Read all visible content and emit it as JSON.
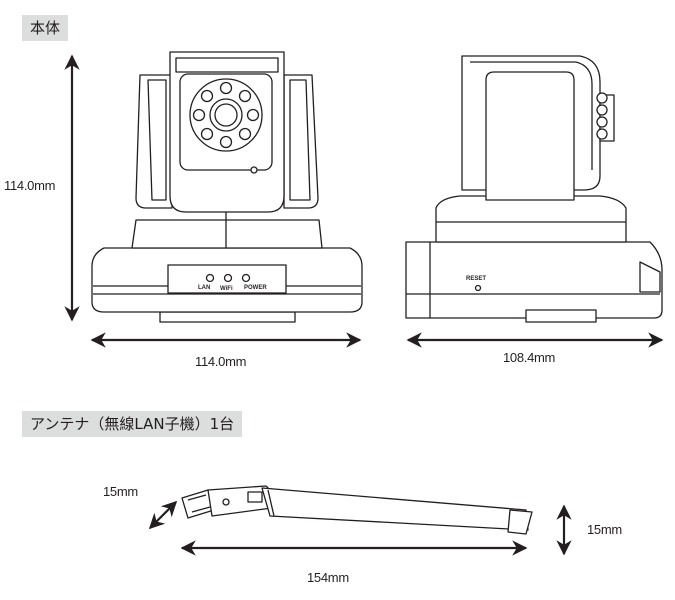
{
  "sections": {
    "body_label": "本体",
    "antenna_label": "アンテナ（無線LAN子機）1台"
  },
  "dimensions": {
    "body_height": "114.0mm",
    "body_width": "114.0mm",
    "body_depth": "108.4mm",
    "antenna_thickness_left": "15mm",
    "antenna_thickness_right": "15mm",
    "antenna_length": "154mm"
  },
  "port_labels": {
    "lan": "LAN",
    "wifi": "WiFi",
    "power": "POWER",
    "reset": "RESET"
  },
  "colors": {
    "line": "#231f20",
    "label_bg": "#dcdddd"
  }
}
